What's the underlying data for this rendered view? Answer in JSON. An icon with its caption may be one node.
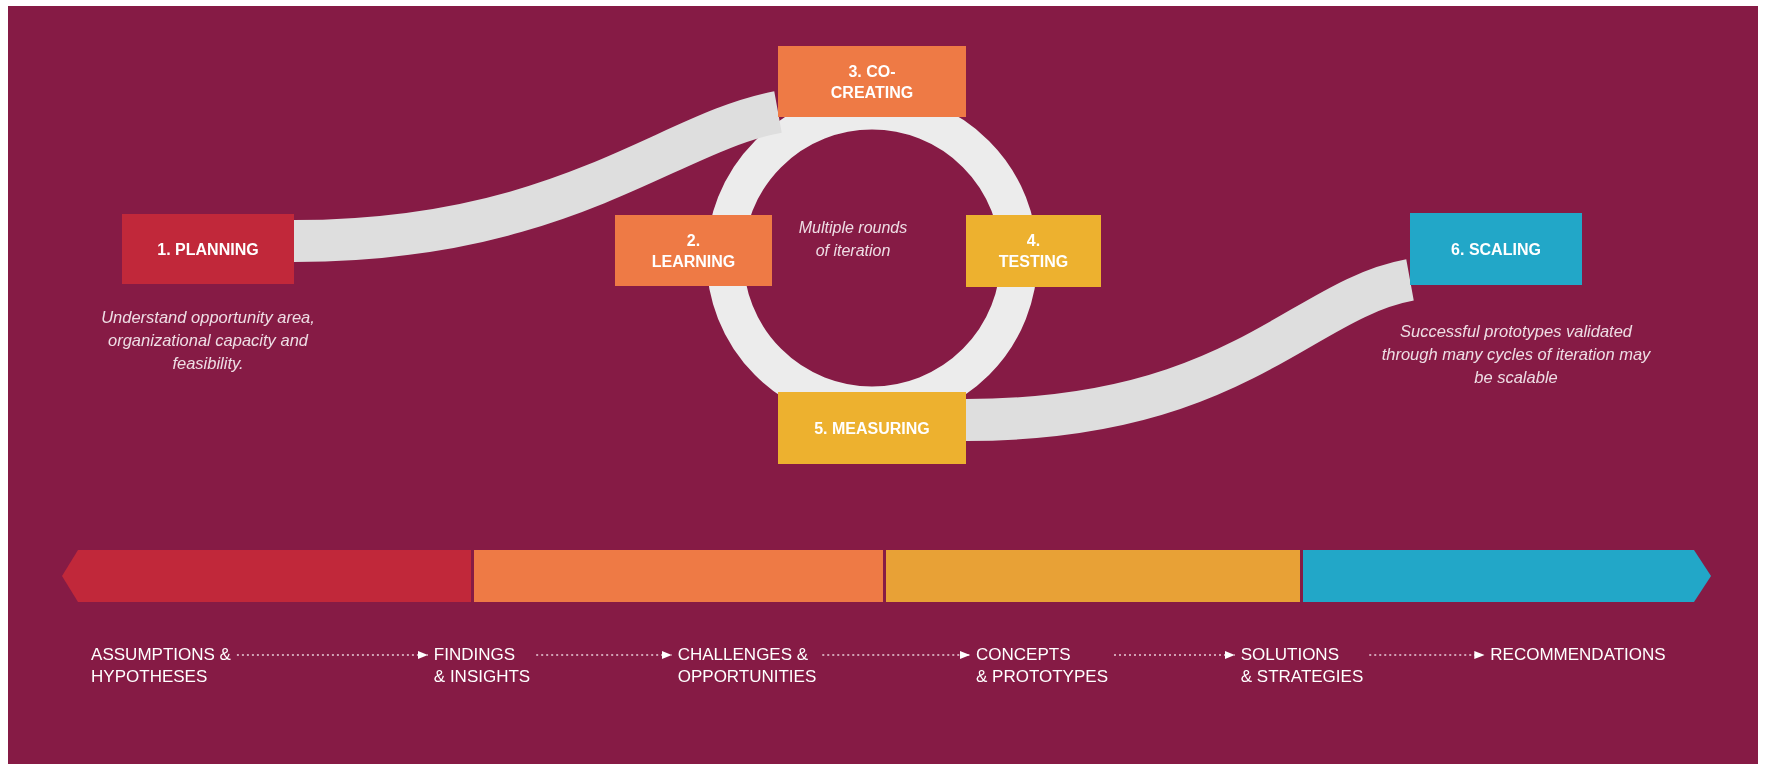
{
  "diagram": {
    "nodes": [
      {
        "text": [
          "1. PLANNING"
        ],
        "beside": [
          "Understand opportunity area, organizational capacity and feasibility."
        ]
      },
      {
        "text": [
          "2. LEARNING"
        ]
      },
      {
        "text": [
          "3. CO-CREATING"
        ]
      },
      {
        "text": [
          "4. TESTING"
        ]
      },
      {
        "text": [
          "5. MEASURING"
        ]
      },
      {
        "text": [
          "6. SCALING"
        ],
        "beside": [
          "Successful prototypes validated through many cycles of iteration may be scalable"
        ]
      },
      {
        "text": [
          "ASSUMPTIONS & HYPOTHESES"
        ]
      },
      {
        "text": [
          "FINDINGS & INSIGHTS"
        ]
      },
      {
        "text": [
          "CHALLENGES & OPPORTUNITIES"
        ]
      },
      {
        "text": [
          "CONCEPTS & PROTOTYPES"
        ]
      },
      {
        "text": [
          "SOLUTIONS & STRATEGIES"
        ]
      },
      {
        "text": [
          "RECOMMENDATIONS"
        ]
      }
    ],
    "edges": [
      {
        "from": 0,
        "to": 2,
        "arrow": "none",
        "style": "thick"
      },
      {
        "from": 4,
        "to": 5,
        "arrow": "none",
        "style": "thick"
      },
      {
        "from": 6,
        "to": 7,
        "arrow": "to",
        "style": "dashed"
      },
      {
        "from": 7,
        "to": 8,
        "arrow": "to",
        "style": "dashed"
      },
      {
        "from": 8,
        "to": 9,
        "arrow": "to",
        "style": "dashed"
      },
      {
        "from": 9,
        "to": 10,
        "arrow": "to",
        "style": "dashed"
      },
      {
        "from": 10,
        "to": 11,
        "arrow": "to",
        "style": "dashed"
      }
    ],
    "labels": [
      "Multiple rounds of iteration"
    ]
  }
}
